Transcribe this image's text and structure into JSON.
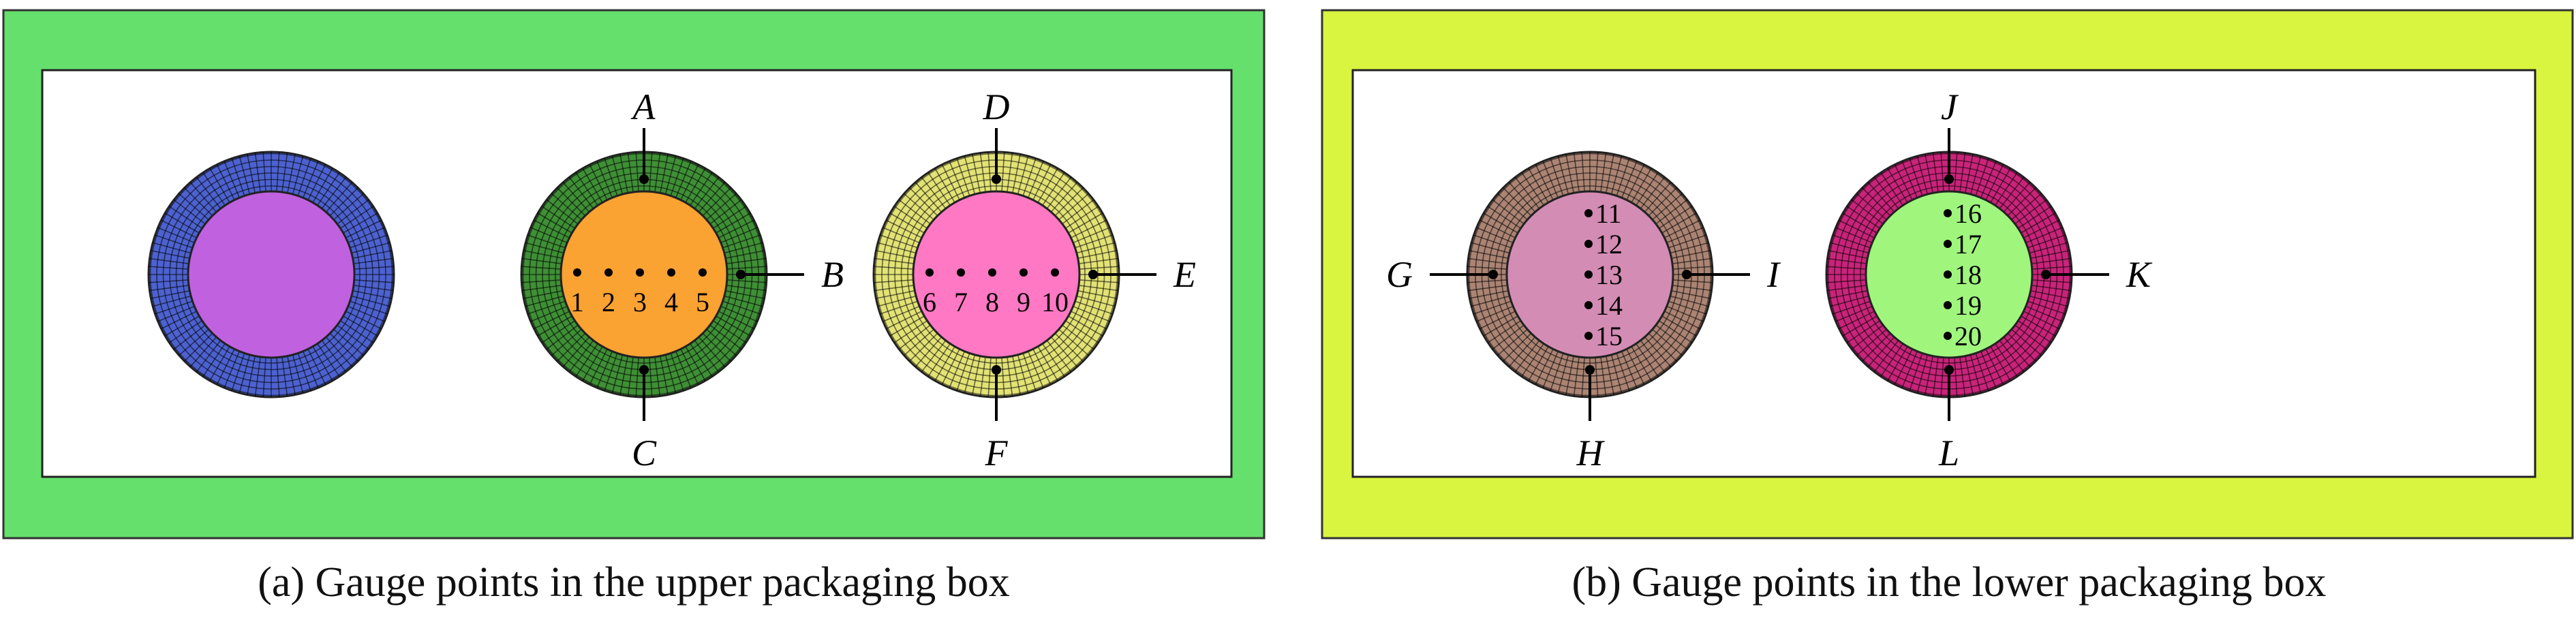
{
  "panels": [
    {
      "id": "upper",
      "frame_color": "#66e06c",
      "caption": "(a) Gauge points in the upper packaging box",
      "cylinders": [
        {
          "ring_color": "#4d62cf",
          "core_color": "#c061e0",
          "gauges": [],
          "markers": []
        },
        {
          "ring_color": "#3f8f36",
          "core_color": "#faa232",
          "gauges": [
            "1",
            "2",
            "3",
            "4",
            "5"
          ],
          "gauge_layout": "row",
          "markers": [
            {
              "label": "A",
              "side": "top"
            },
            {
              "label": "B",
              "side": "right"
            },
            {
              "label": "C",
              "side": "bottom"
            }
          ]
        },
        {
          "ring_color": "#e2e276",
          "core_color": "#ff78c4",
          "gauges": [
            "6",
            "7",
            "8",
            "9",
            "10"
          ],
          "gauge_layout": "row",
          "markers": [
            {
              "label": "D",
              "side": "top"
            },
            {
              "label": "E",
              "side": "right"
            },
            {
              "label": "F",
              "side": "bottom"
            }
          ]
        }
      ]
    },
    {
      "id": "lower",
      "frame_color": "#d9f53f",
      "caption": "(b) Gauge points in the lower packaging box",
      "cylinders": [
        {
          "ring_color": "#ab8474",
          "core_color": "#d38cb4",
          "gauges": [
            "11",
            "12",
            "13",
            "14",
            "15"
          ],
          "gauge_layout": "column",
          "markers": [
            {
              "label": "G",
              "side": "left"
            },
            {
              "label": "H",
              "side": "bottom"
            },
            {
              "label": "I",
              "side": "right"
            }
          ]
        },
        {
          "ring_color": "#c8247a",
          "core_color": "#a0f57d",
          "gauges": [
            "16",
            "17",
            "18",
            "19",
            "20"
          ],
          "gauge_layout": "column",
          "markers": [
            {
              "label": "J",
              "side": "top"
            },
            {
              "label": "K",
              "side": "right"
            },
            {
              "label": "L",
              "side": "bottom"
            }
          ]
        }
      ]
    }
  ]
}
